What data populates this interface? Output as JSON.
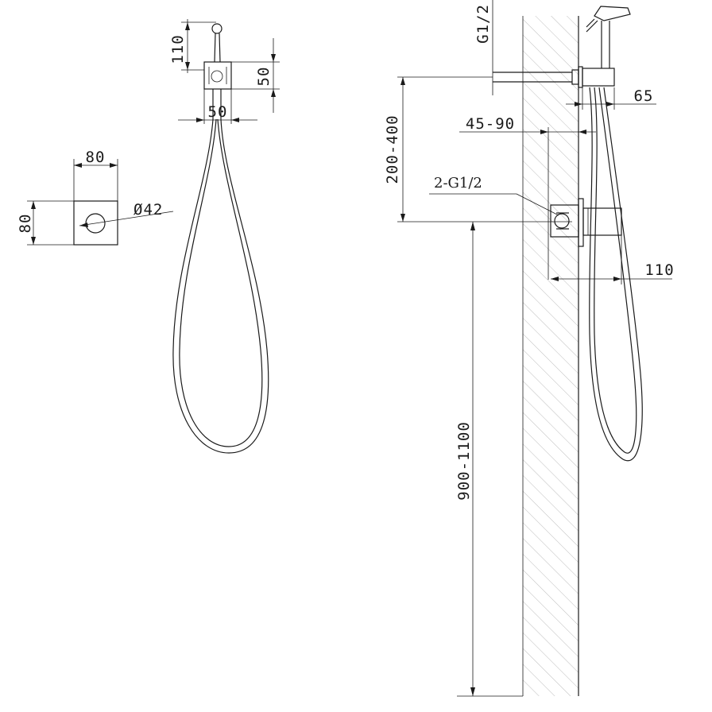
{
  "labels": {
    "d_110_top": "110",
    "d_50_right": "50",
    "d_50_bottom": "50",
    "d_80_width": "80",
    "d_80_height": "80",
    "d_phi42": "Ø42",
    "d_g12_top": "G1/2",
    "d_200_400": "200-400",
    "d_45_90": "45-90",
    "d_65": "65",
    "d_2g12": "2-G1/2",
    "d_110_side": "110",
    "d_900_1100": "900-1100"
  }
}
